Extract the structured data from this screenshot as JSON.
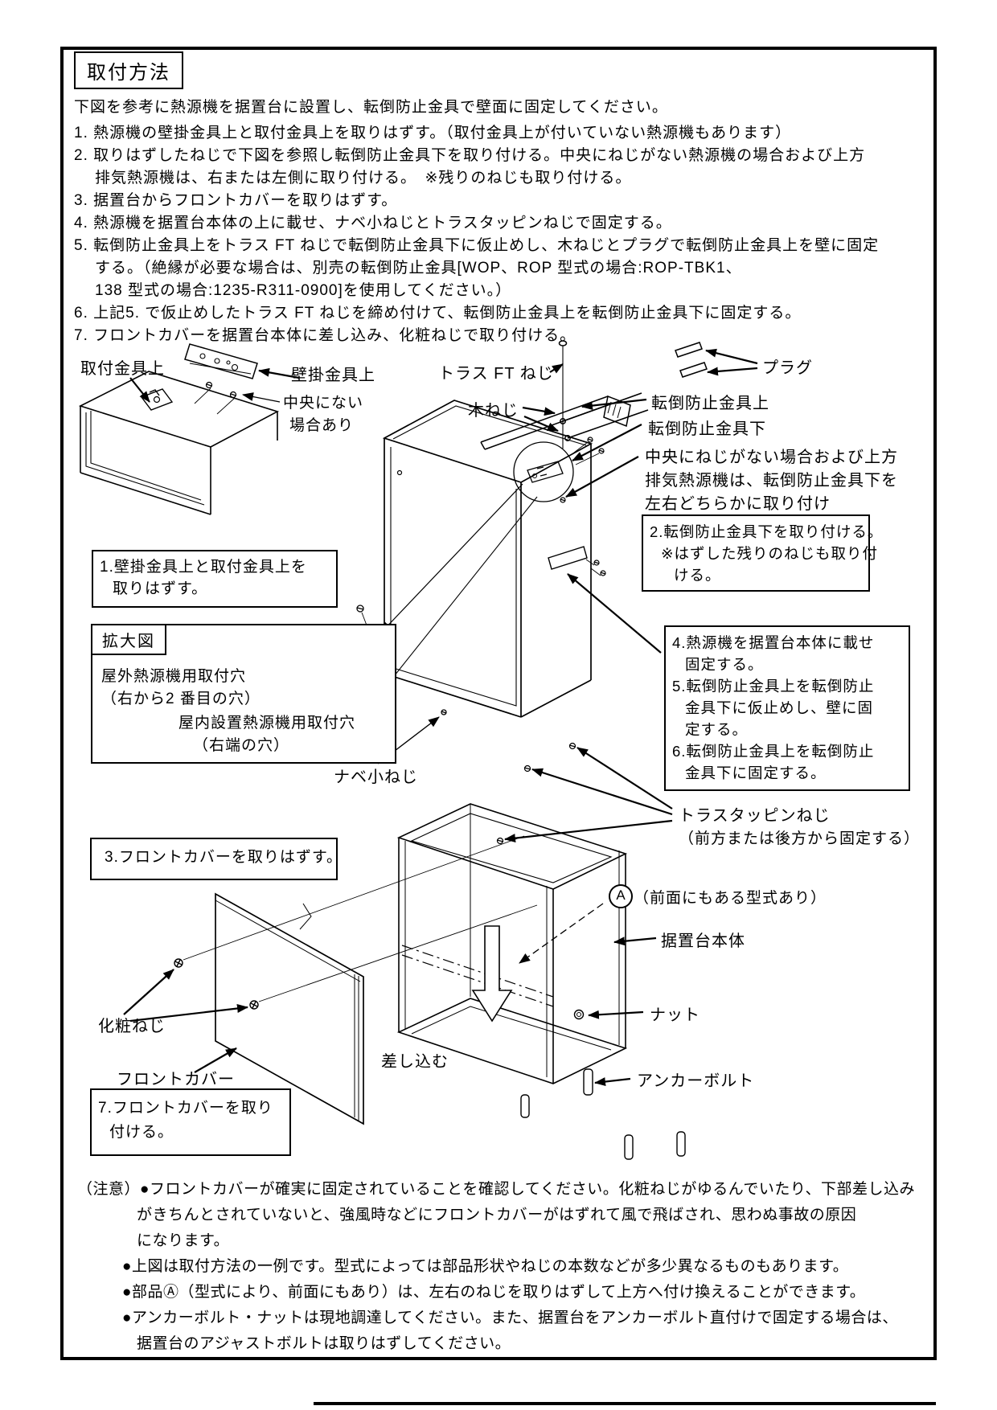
{
  "doc": {
    "title": "取付方法",
    "intro": "下図を参考に熱源機を据置台に設置し、転倒防止金具で壁面に固定してください。",
    "steps": [
      "1. 熱源機の壁掛金具上と取付金具上を取りはずす。（取付金具上が付いていない熱源機もあります）",
      "2. 取りはずしたねじで下図を参照し転倒防止金具下を取り付ける。中央にねじがない熱源機の場合および上方",
      "排気熱源機は、右または左側に取り付ける。　※残りのねじも取り付ける。",
      "3. 据置台からフロントカバーを取りはずす。",
      "4. 熱源機を据置台本体の上に載せ、ナベ小ねじとトラスタッピンねじで固定する。",
      "5. 転倒防止金具上をトラス FT ねじで転倒防止金具下に仮止めし、木ねじとプラグで転倒防止金具上を壁に固定",
      "する。（絶縁が必要な場合は、別売の転倒防止金具[WOP、ROP 型式の場合:ROP-TBK1、",
      "138 型式の場合:1235-R311-0900]を使用してください。）",
      "6. 上記5. で仮止めしたトラス FT ねじを締め付けて、転倒防止金具上を転倒防止金具下に固定する。",
      "7. フロントカバーを据置台本体に差し込み、化粧ねじで取り付ける。"
    ]
  },
  "diagram": {
    "labels": {
      "mounting_bracket_upper": "取付金具上",
      "wall_bracket_upper": "壁掛金具上",
      "not_center_1": "中央にない",
      "not_center_2": "場合あり",
      "truss_ft_screw": "トラス FT ねじ",
      "plug": "プラグ",
      "wood_screw": "木ねじ",
      "tip_bracket_upper": "転倒防止金具上",
      "tip_bracket_lower": "転倒防止金具下",
      "center_note_1": "中央にねじがない場合および上方",
      "center_note_2": "排気熱源機は、転倒防止金具下を",
      "center_note_3": "左右どちらかに取り付け",
      "pan_screw": "ナベ小ねじ",
      "truss_tapping_1": "トラスタッピンねじ",
      "truss_tapping_2": "（前方または後方から固定する）",
      "part_a_mark": "A",
      "part_a_note": "（前面にもある型式あり）",
      "stand_body": "据置台本体",
      "nut": "ナット",
      "anchor_bolt": "アンカーボルト",
      "decorative_screw": "化粧ねじ",
      "front_cover": "フロントカバー",
      "insert": "差し込む",
      "enlarged_title": "拡大図",
      "outdoor_hole_1": "屋外熱源機用取付穴",
      "outdoor_hole_2": "（右から2 番目の穴）",
      "indoor_hole_1": "屋内設置熱源機用取付穴",
      "indoor_hole_2": "（右端の穴）"
    },
    "boxes": {
      "box1": [
        "1.壁掛金具上と取付金具上を",
        "取りはずす。"
      ],
      "box2": [
        "2.転倒防止金具下を取り付ける。",
        "※はずした残りのねじも取り付",
        "ける。"
      ],
      "box456": [
        "4.熱源機を据置台本体に載せ",
        "固定する。",
        "5.転倒防止金具上を転倒防止",
        "金具下に仮止めし、壁に固",
        "定する。",
        "6.転倒防止金具上を転倒防止",
        "金具下に固定する。"
      ],
      "box3": [
        "3.フロントカバーを取りはずす。"
      ],
      "box7": [
        "7.フロントカバーを取り",
        "付ける。"
      ]
    }
  },
  "notes": [
    "（注意）●フロントカバーが確実に固定されていることを確認してください。化粧ねじがゆるんでいたり、下部差し込み",
    "がきちんとされていないと、強風時などにフロントカバーがはずれて風で飛ばされ、思わぬ事故の原因",
    "になります。",
    "●上図は取付方法の一例です。型式によっては部品形状やねじの本数などが多少異なるものもあります。",
    "●部品Ⓐ（型式により、前面にもあり）は、左右のねじを取りはずして上方へ付け換えることができます。",
    "●アンカーボルト・ナットは現地調達してください。また、据置台をアンカーボルト直付けで固定する場合は、",
    "据置台のアジャストボルトは取りはずしてください。"
  ],
  "colors": {
    "ink": "#000000",
    "paper": "#ffffff"
  }
}
